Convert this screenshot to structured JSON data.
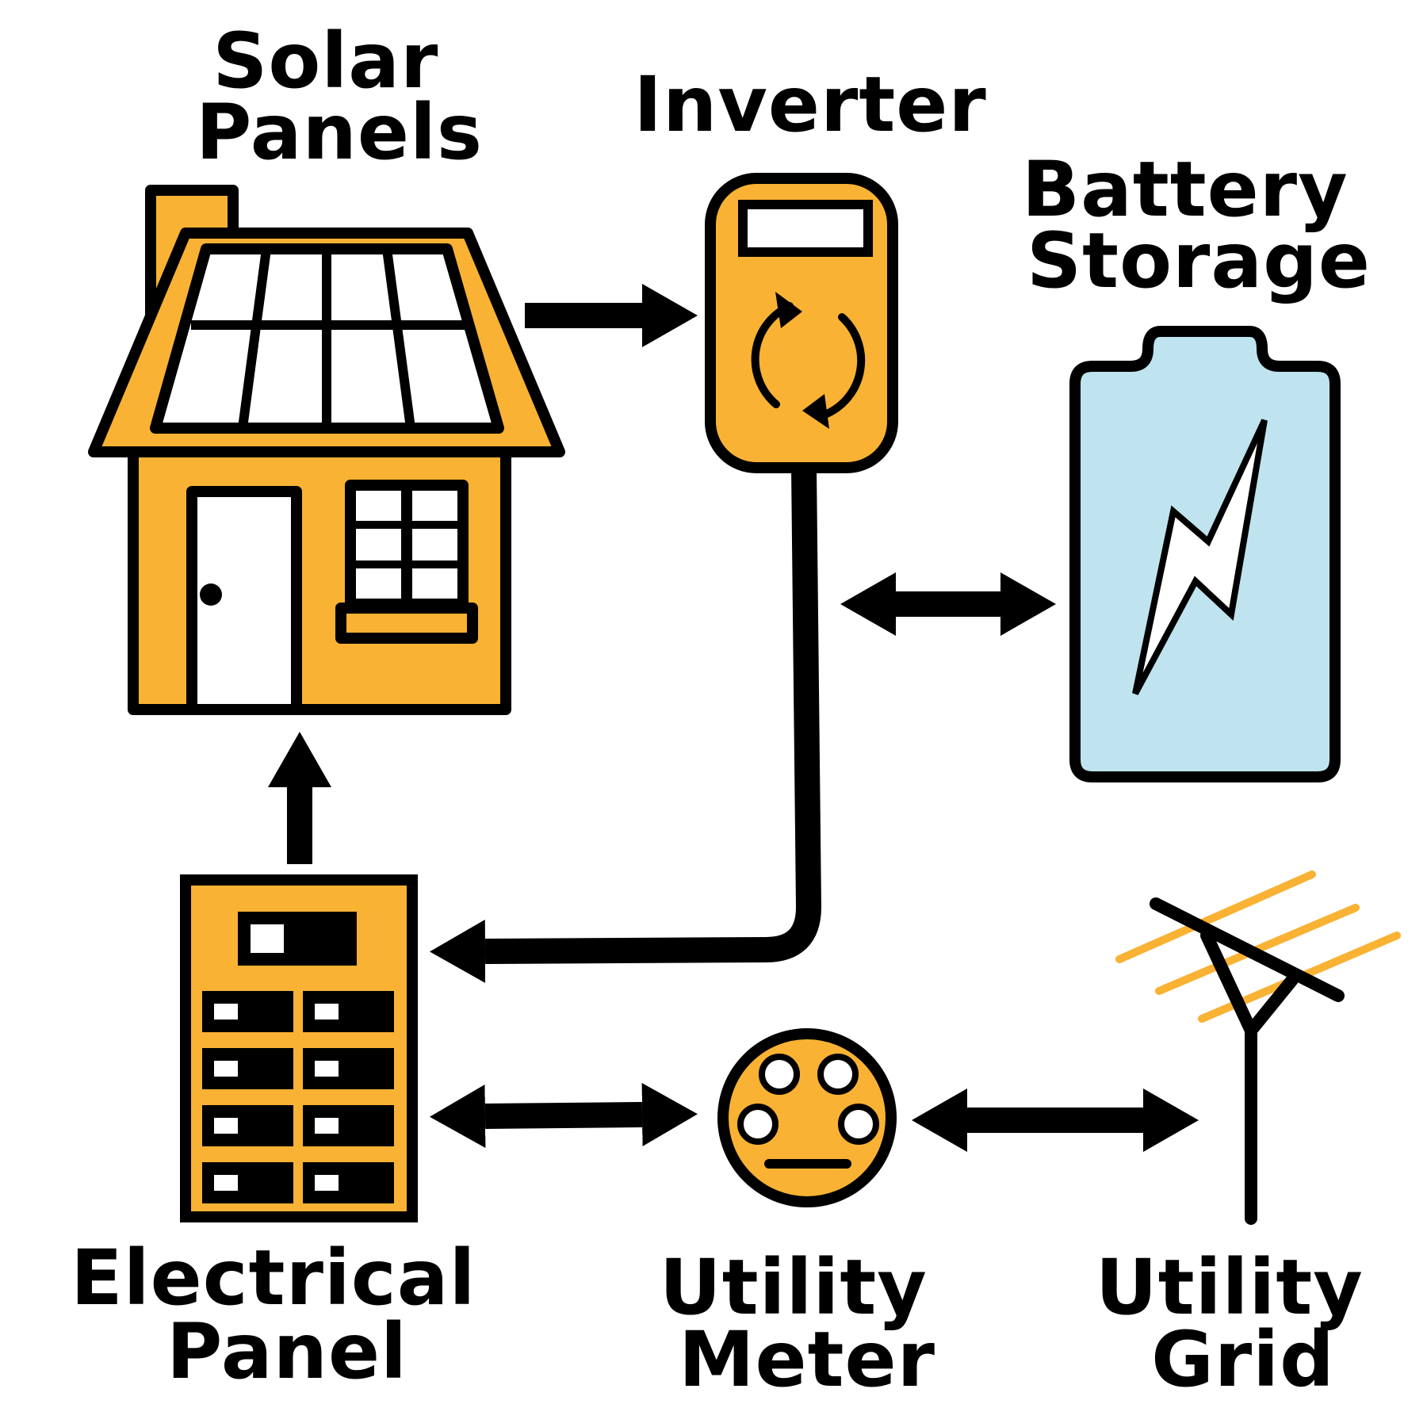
{
  "labels": {
    "solar_panels": [
      "Solar",
      "Panels"
    ],
    "inverter": [
      "Inverter"
    ],
    "battery_storage": [
      "Battery",
      "Storage"
    ],
    "electrical_panel": [
      "Electrical",
      "Panel"
    ],
    "utility_meter": [
      "Utility",
      "Meter"
    ],
    "utility_grid": [
      "Utility",
      "Grid"
    ]
  },
  "colors": {
    "accent": "#f9b233",
    "outline": "#000000",
    "battery_fill": "#bfe3ef",
    "background": "#ffffff"
  },
  "icons": {
    "house": "house-with-solar-panels-icon",
    "inverter": "inverter-icon",
    "battery": "battery-icon",
    "electrical_panel": "breaker-panel-icon",
    "meter": "utility-meter-icon",
    "grid": "power-pole-icon"
  }
}
